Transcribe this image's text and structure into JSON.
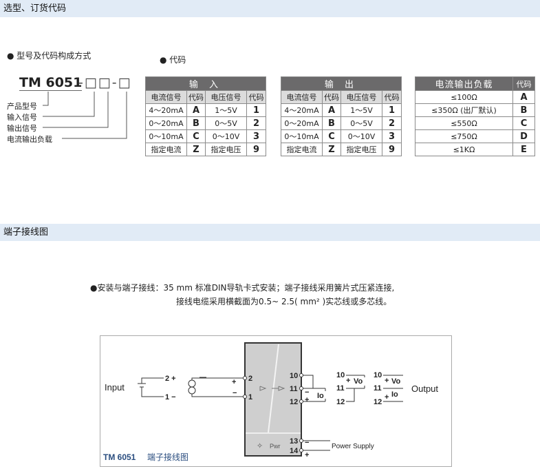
{
  "section1": {
    "title": "选型、订货代码",
    "model_heading": "● 型号及代码构成方式",
    "code_heading": "● 代码",
    "model": "TM 6051",
    "model_suffix": "-□□-□",
    "labels": [
      "产品型号",
      "输入信号",
      "输出信号",
      "电流输出负载"
    ]
  },
  "input_table": {
    "title": "输 入",
    "headers": [
      "电流信号",
      "代码",
      "电压信号",
      "代码"
    ],
    "rows": [
      [
        "4～20mA",
        "A",
        "1～5V",
        "1"
      ],
      [
        "0～20mA",
        "B",
        "0～5V",
        "2"
      ],
      [
        "0～10mA",
        "C",
        "0～10V",
        "3"
      ],
      [
        "指定电流",
        "Z",
        "指定电压",
        "9"
      ]
    ]
  },
  "output_table": {
    "title": "输 出",
    "headers": [
      "电流信号",
      "代码",
      "电压信号",
      "代码"
    ],
    "rows": [
      [
        "4～20mA",
        "A",
        "1～5V",
        "1"
      ],
      [
        "0～20mA",
        "B",
        "0～5V",
        "2"
      ],
      [
        "0～10mA",
        "C",
        "0～10V",
        "3"
      ],
      [
        "指定电流",
        "Z",
        "指定电压",
        "9"
      ]
    ]
  },
  "load_table": {
    "headers": [
      "电流输出负载",
      "代码"
    ],
    "rows": [
      [
        "≤100Ω",
        "A"
      ],
      [
        "≤350Ω (出厂默认)",
        "B"
      ],
      [
        "≤550Ω",
        "C"
      ],
      [
        "≤750Ω",
        "D"
      ],
      [
        "≤1KΩ",
        "E"
      ]
    ]
  },
  "section2": {
    "title": "端子接线图",
    "install_line1": "●安装与端子接线：35 mm 标准DIN导轨卡式安装；端子接线采用簧片式压紧连接,",
    "install_line2": "接线电缆采用横截面为0.5~ 2.5( mm² )实芯线或多芯线。"
  },
  "diagram": {
    "input": "Input",
    "output": "Output",
    "power_supply": "Power Supply",
    "pwr": "Pwr",
    "caption_model": "TM 6051",
    "caption_text": "端子接线图",
    "t2p": "2 +",
    "t1m": "1 −",
    "plus": "+",
    "minus": "−",
    "n1": "1",
    "n2": "2",
    "n10": "10",
    "n11": "11",
    "n12": "12",
    "n13": "13",
    "n14": "14",
    "io": "Io",
    "vo": "Vo"
  }
}
